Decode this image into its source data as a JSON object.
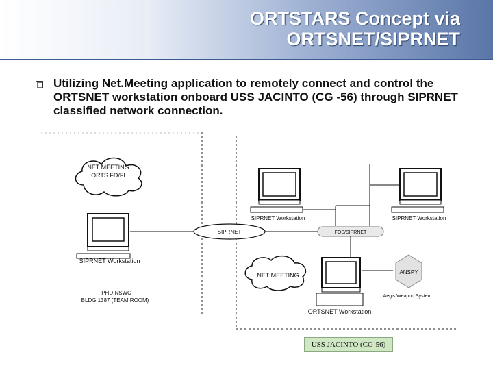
{
  "slide": {
    "title_line1": "ORTSTARS Concept via",
    "title_line2": "ORTSNET/SIPRNET",
    "bullet_text": "Utilizing Net.Meeting application to remotely connect and control the ORTSNET workstation onboard USS JACINTO (CG -56) through SIPRNET classified network connection."
  },
  "diagram": {
    "cloud_netmeeting_left_line1": "NET MEETING",
    "cloud_netmeeting_left_line2": "ORTS FD/FI",
    "left_workstation_label": "SIPRNET Workstation",
    "site_label_line1": "PHD NSWC",
    "site_label_line2": "BLDG 1387 (TEAM ROOM)",
    "siprnet_label": "SIPRNET",
    "top_center_workstation_label": "SIPRNET Workstation",
    "top_right_workstation_label": "SIPRNET Workstation",
    "gateway_label": "FOS/SIPRNET",
    "cloud_netmeeting_right": "NET MEETING",
    "ortsnet_workstation_label": "ORTSNET Workstation",
    "ansp_label": "ANSPY",
    "aegis_label": "Aegis Weapon System",
    "ship_caption": "USS JACINTO (CG-56)"
  }
}
